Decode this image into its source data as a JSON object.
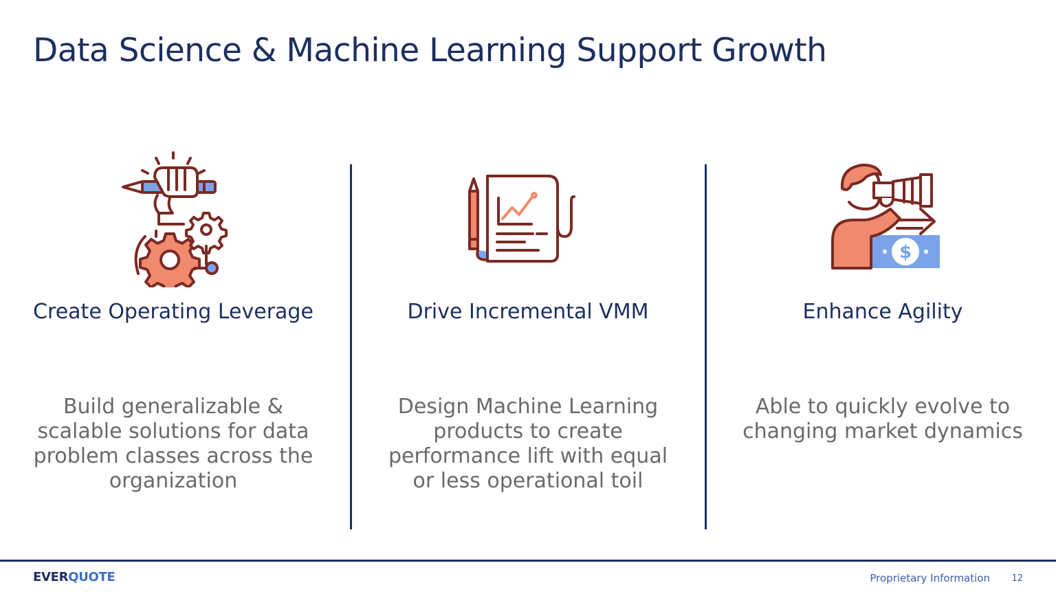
{
  "slide": {
    "title": "Data Science & Machine Learning Support Growth"
  },
  "columns": [
    {
      "icon": "pencil-gears-icon",
      "heading": "Create Operating Leverage",
      "body": "Build generalizable & scalable solutions for data problem classes across the organization"
    },
    {
      "icon": "report-chart-icon",
      "heading": "Drive Incremental VMM",
      "body": "Design Machine Learning products to create performance lift with equal or less operational toil"
    },
    {
      "icon": "telescope-person-icon",
      "heading": "Enhance Agility",
      "body": "Able to quickly evolve to changing market dynamics"
    }
  ],
  "footer": {
    "logo_part_1": "EVER",
    "logo_part_2": "QUOTE",
    "note": "Proprietary Information",
    "page_number": "12"
  },
  "colors": {
    "navy": "#1d2e5e",
    "body_gray": "#6a6a6a",
    "icon_outline": "#7a2a22",
    "icon_salmon": "#f08a6e",
    "icon_blue": "#7aa3ea",
    "footer_blue": "#3a5fb0"
  }
}
